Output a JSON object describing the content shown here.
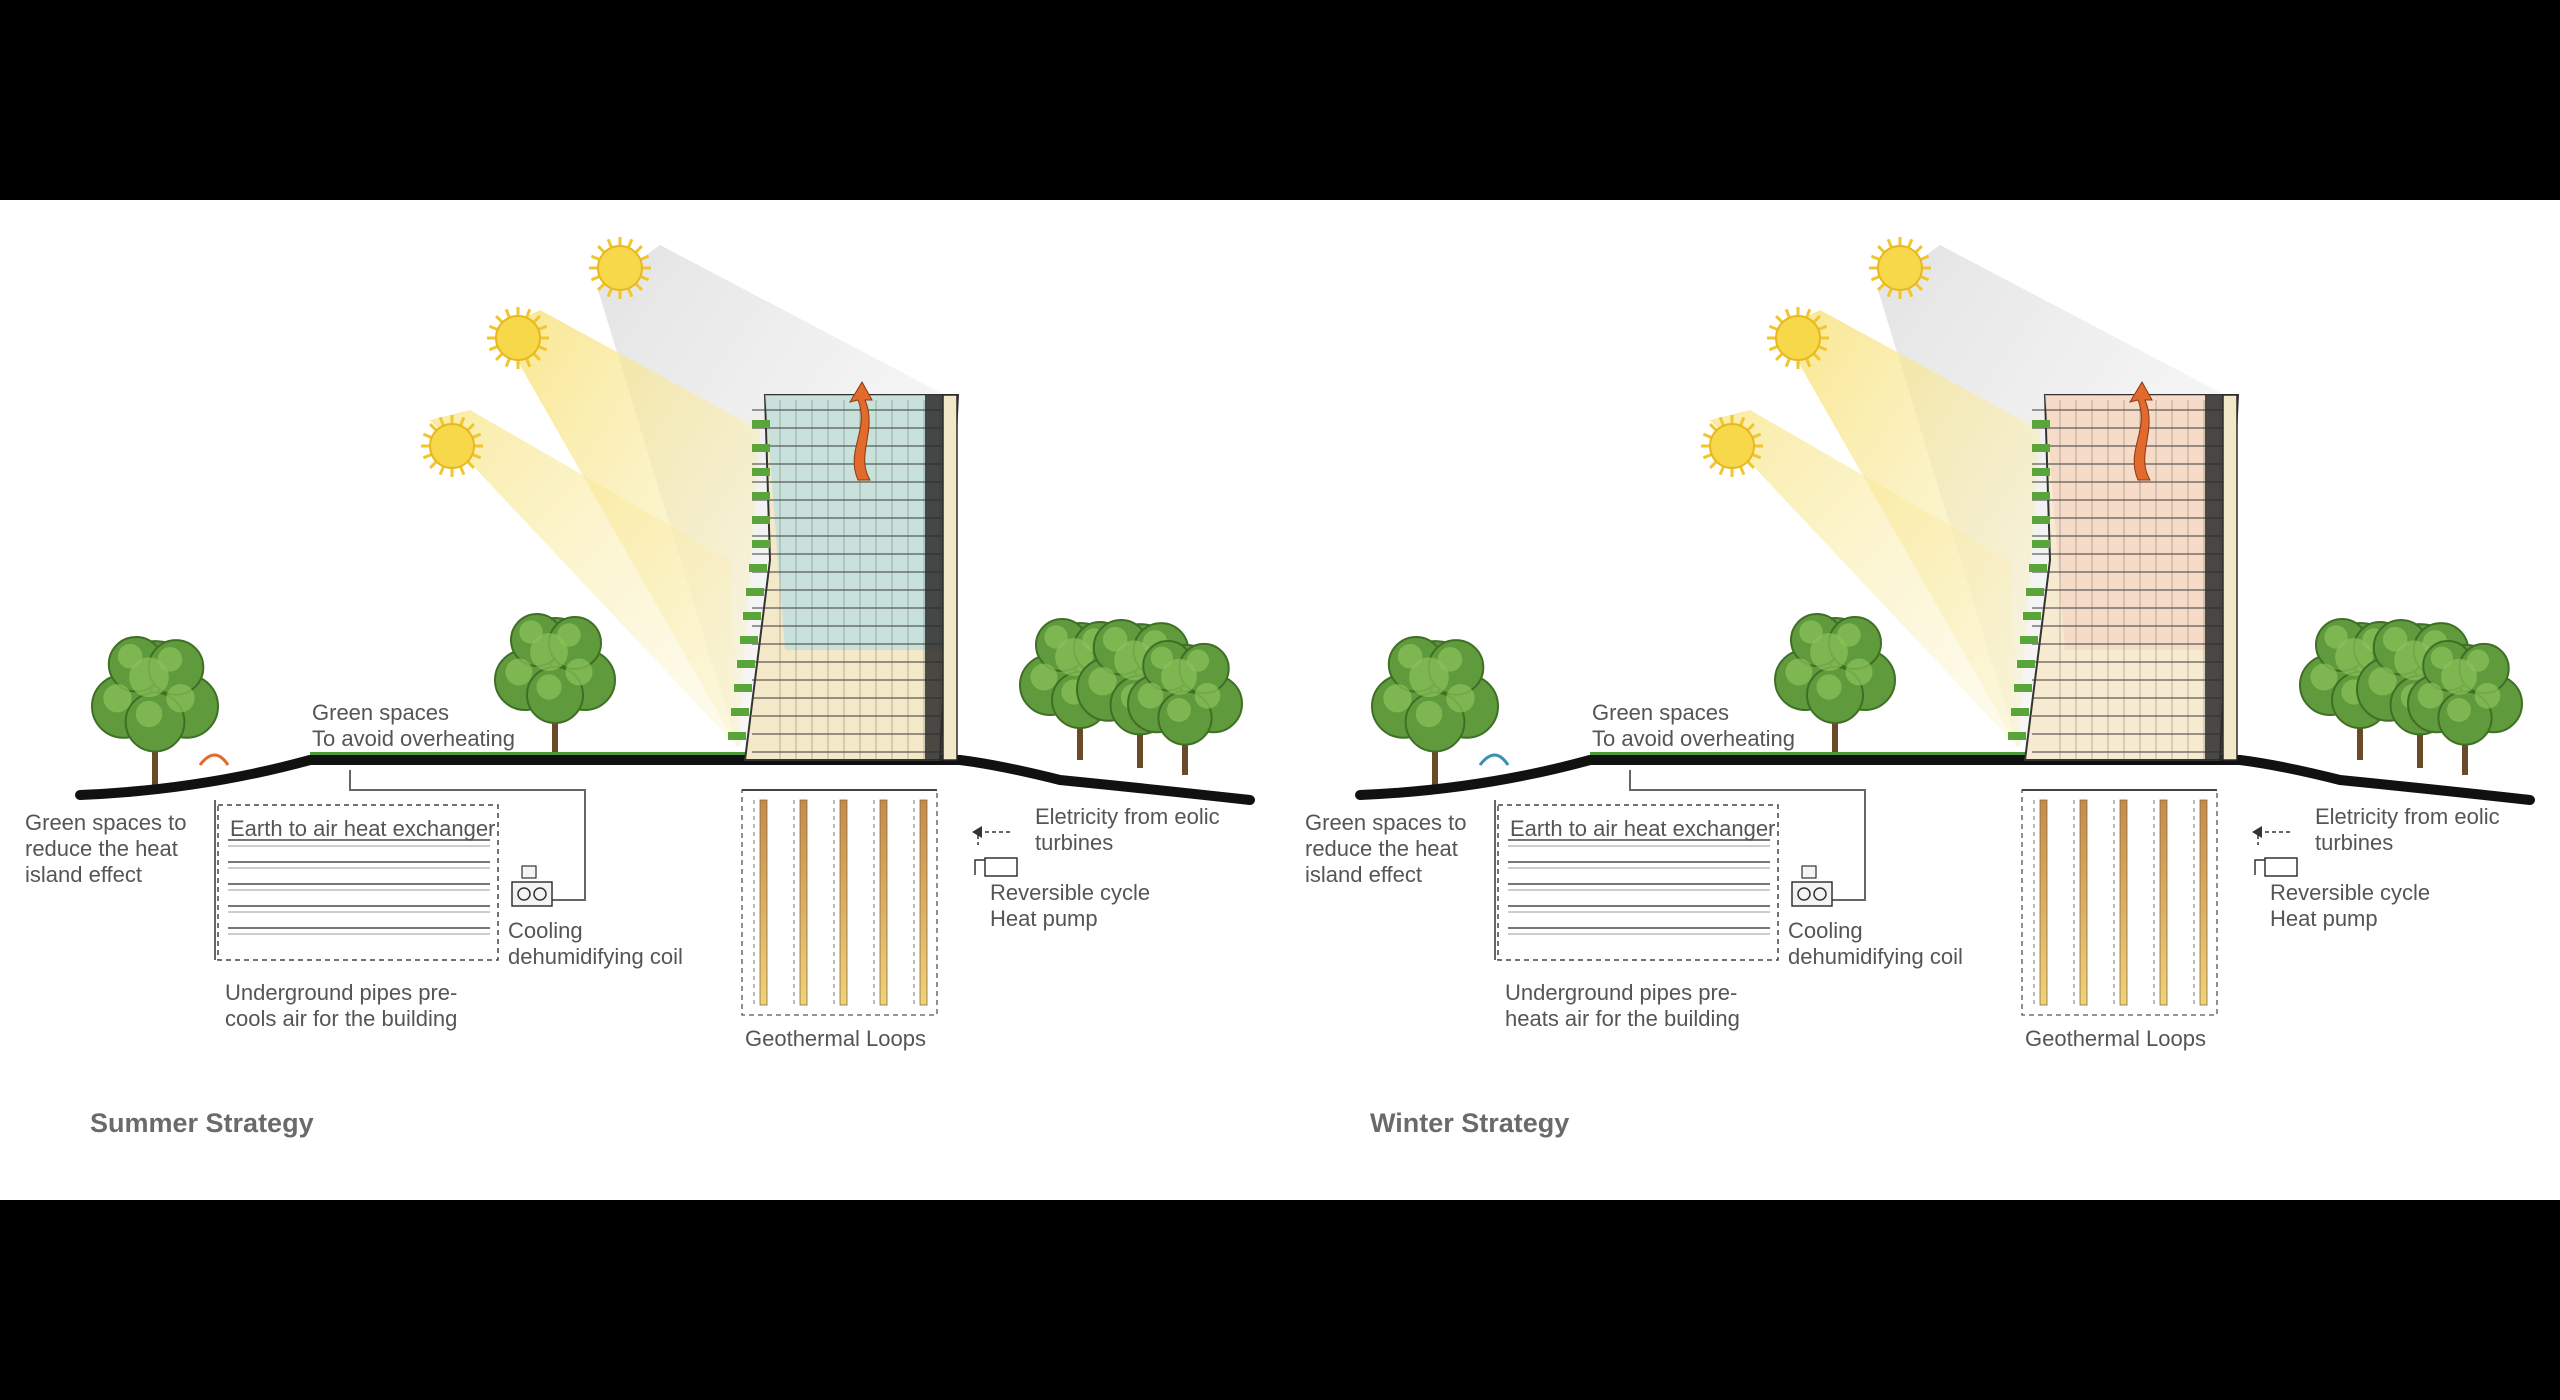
{
  "diagrams": [
    {
      "title": "Summer Strategy",
      "labels": {
        "green_spaces_top_1": "Green spaces",
        "green_spaces_top_2": "To avoid overheating",
        "heat_island_1": "Green spaces to",
        "heat_island_2": "reduce the heat",
        "heat_island_3": "island effect",
        "earth_air": "Earth to air heat exchanger",
        "coil_1": "Cooling",
        "coil_2": "dehumidifying coil",
        "pipes_1": "Underground pipes pre-",
        "pipes_2": "cools air for the building",
        "eolic_1": "Eletricity from eolic",
        "eolic_2": "turbines",
        "pump_1": "Reversible cycle",
        "pump_2": "Heat pump",
        "geo": "Geothermal Loops"
      },
      "colors": {
        "tower_tint": "#b9dfe0",
        "tower_core": "#f3e8c8",
        "arrow": "#e26a2c"
      }
    },
    {
      "title": "Winter Strategy",
      "labels": {
        "green_spaces_top_1": "Green spaces",
        "green_spaces_top_2": "To avoid overheating",
        "heat_island_1": "Green spaces to",
        "heat_island_2": "reduce the heat",
        "heat_island_3": "island effect",
        "earth_air": "Earth to air heat exchanger",
        "coil_1": "Cooling",
        "coil_2": "dehumidifying coil",
        "pipes_1": "Underground pipes pre-",
        "pipes_2": "heats air for the building",
        "eolic_1": "Eletricity from eolic",
        "eolic_2": "turbines",
        "pump_1": "Reversible cycle",
        "pump_2": "Heat pump",
        "geo": "Geothermal Loops"
      },
      "colors": {
        "tower_tint": "#f4d6c6",
        "tower_core": "#f6ead0",
        "arrow": "#e26a2c"
      }
    }
  ],
  "colors": {
    "background": "#000000",
    "panel": "#ffffff",
    "ground": "#111111",
    "grass": "#4a9a3a",
    "sun": "#f3d13a",
    "beam": "#f8ecb0"
  }
}
